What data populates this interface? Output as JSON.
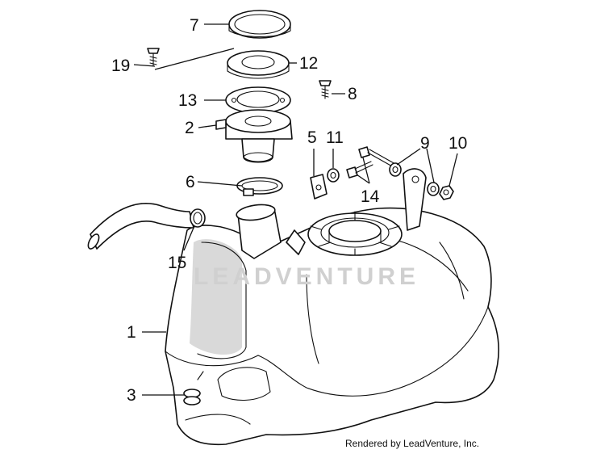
{
  "callouts": [
    {
      "id": "7",
      "label": "7"
    },
    {
      "id": "19",
      "label": "19"
    },
    {
      "id": "12",
      "label": "12"
    },
    {
      "id": "13",
      "label": "13"
    },
    {
      "id": "8",
      "label": "8"
    },
    {
      "id": "2",
      "label": "2"
    },
    {
      "id": "5",
      "label": "5"
    },
    {
      "id": "11",
      "label": "11"
    },
    {
      "id": "9",
      "label": "9"
    },
    {
      "id": "10",
      "label": "10"
    },
    {
      "id": "6",
      "label": "6"
    },
    {
      "id": "14",
      "label": "14"
    },
    {
      "id": "15",
      "label": "15"
    },
    {
      "id": "1",
      "label": "1"
    },
    {
      "id": "3",
      "label": "3"
    }
  ],
  "credit": "Rendered by LeadVenture, Inc.",
  "watermark": "LEADVENTURE"
}
